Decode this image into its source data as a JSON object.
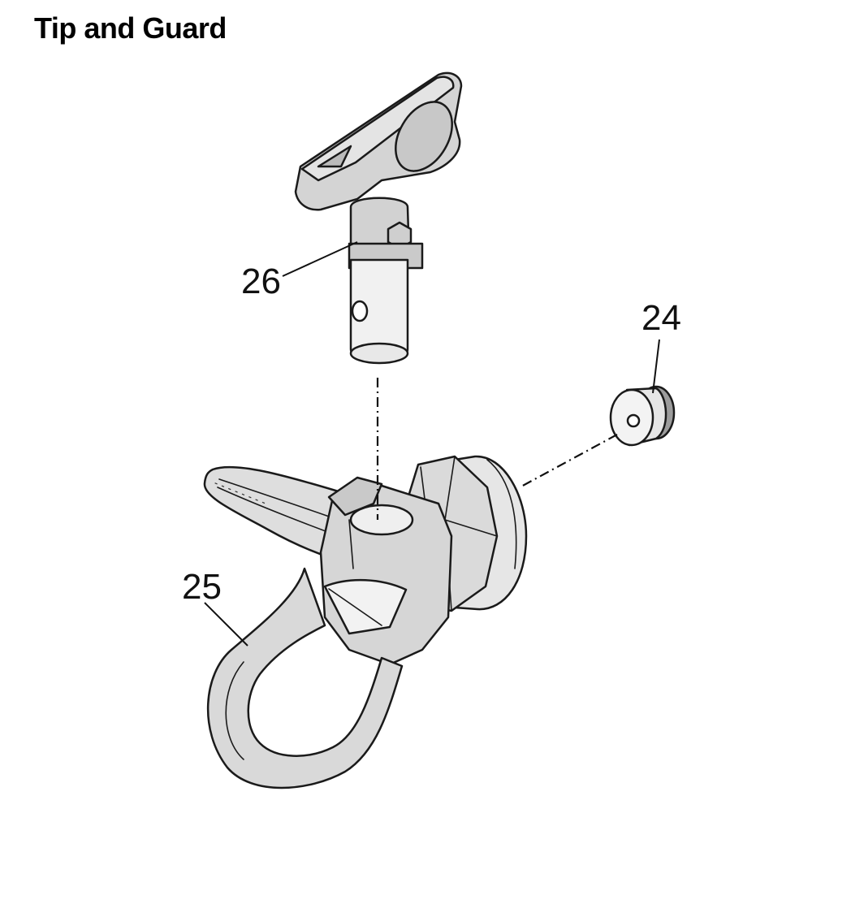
{
  "title": "Tip and Guard",
  "callouts": {
    "tip": "26",
    "gasket": "24",
    "guard": "25"
  },
  "colors": {
    "part_fill": "#d9d9d9",
    "part_light": "#ececec",
    "part_dark": "#bdbdbd",
    "outline": "#1a1a1a"
  }
}
